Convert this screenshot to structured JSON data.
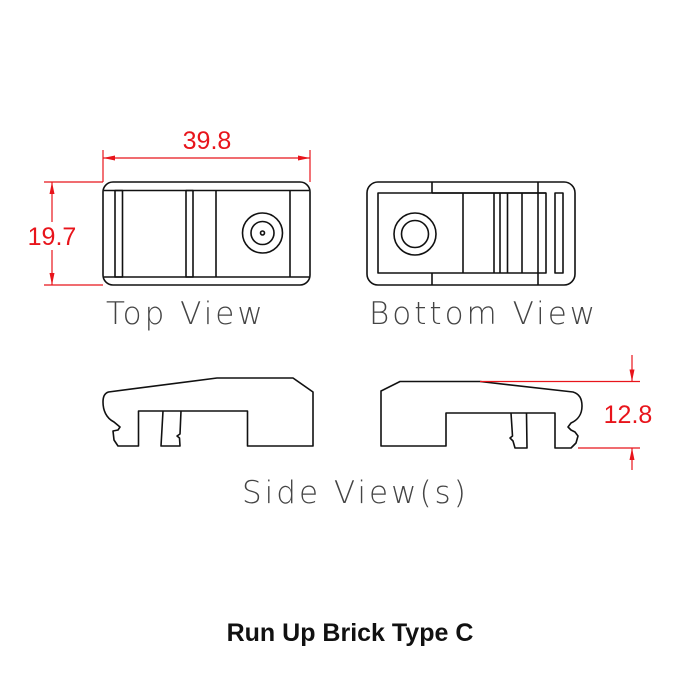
{
  "dimensions": {
    "width": "39.8",
    "depth": "19.7",
    "height": "12.8",
    "color": "#e8141b"
  },
  "views": {
    "top": "Top View",
    "bottom": "Bottom View",
    "side": "Side View(s)"
  },
  "title": "Run Up Brick Type C"
}
